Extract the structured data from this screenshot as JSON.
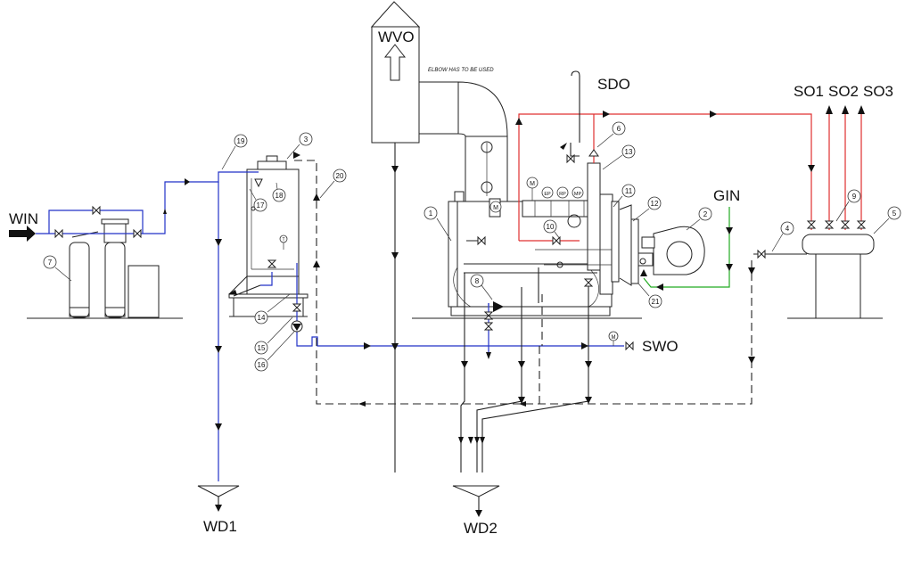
{
  "streams": {
    "win": "WIN",
    "wvo": "WVO",
    "sdo": "SDO",
    "gin": "GIN",
    "so1": "SO1",
    "so2": "SO2",
    "so3": "SO3",
    "swo": "SWO",
    "wd1": "WD1",
    "wd2": "WD2"
  },
  "note": "ELBOW HAS TO BE USED",
  "gauges": {
    "ep": "EP",
    "rp": "RP",
    "mp": "MP",
    "motor": "M",
    "thermo": "T"
  },
  "callouts": {
    "c1": "1",
    "c2": "2",
    "c3": "3",
    "c4": "4",
    "c5": "5",
    "c6": "6",
    "c7": "7",
    "c8": "8",
    "c9": "9",
    "c10": "10",
    "c11": "11",
    "c12": "12",
    "c13": "13",
    "c14": "14",
    "c15": "15",
    "c16": "16",
    "c17": "17",
    "c18": "18",
    "c19": "19",
    "c20": "20",
    "c21": "21"
  },
  "colors": {
    "water": "#2232c8",
    "steam": "#e03030",
    "gas": "#22aa22",
    "drain": "#222222"
  }
}
